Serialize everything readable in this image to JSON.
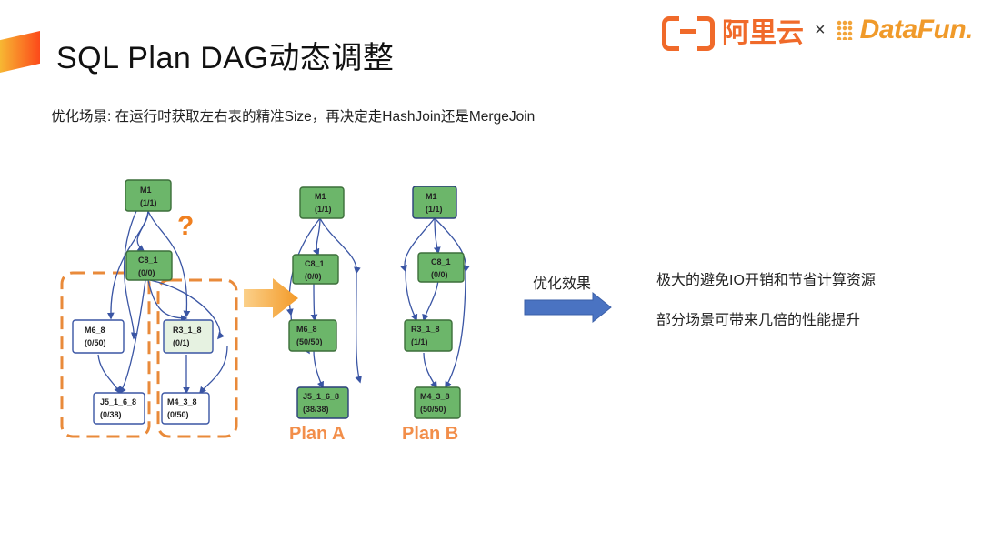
{
  "slide": {
    "title": "SQL Plan DAG动态调整",
    "subtitle": "优化场景: 在运行时获取左右表的精准Size，再决定走HashJoin还是MergeJoin",
    "logos": {
      "aliyun": "阿里云",
      "times": "×",
      "datafun": "DataFun."
    }
  },
  "diagram": {
    "original": {
      "M1": {
        "name": "M1",
        "count": "(1/1)"
      },
      "C8_1": {
        "name": "C8_1",
        "count": "(0/0)"
      },
      "M6_8": {
        "name": "M6_8",
        "count": "(0/50)"
      },
      "R3_1_8": {
        "name": "R3_1_8",
        "count": "(0/1)"
      },
      "J5_1_6_8": {
        "name": "J5_1_6_8",
        "count": "(0/38)"
      },
      "M4_3_8": {
        "name": "M4_3_8",
        "count": "(0/50)"
      },
      "question": "?"
    },
    "planA": {
      "M1": {
        "name": "M1",
        "count": "(1/1)"
      },
      "C8_1": {
        "name": "C8_1",
        "count": "(0/0)"
      },
      "M6_8": {
        "name": "M6_8",
        "count": "(50/50)"
      },
      "J5_1_6_8": {
        "name": "J5_1_6_8",
        "count": "(38/38)"
      },
      "label": "Plan A"
    },
    "planB": {
      "M1": {
        "name": "M1",
        "count": "(1/1)"
      },
      "C8_1": {
        "name": "C8_1",
        "count": "(0/0)"
      },
      "R3_1_8": {
        "name": "R3_1_8",
        "count": "(1/1)"
      },
      "M4_3_8": {
        "name": "M4_3_8",
        "count": "(50/50)"
      },
      "label": "Plan B"
    }
  },
  "effect": {
    "title": "优化效果",
    "points": [
      "极大的避免IO开销和节省计算资源",
      "部分场景可带来几倍的性能提升"
    ]
  },
  "colors": {
    "accent": "#f28e2b",
    "node_green": "#6cb66a",
    "node_light": "#e6f2e1",
    "edge": "#3a55a4",
    "arrow_blue": "#4a73c2",
    "dashed_orange": "#e98a3a"
  }
}
